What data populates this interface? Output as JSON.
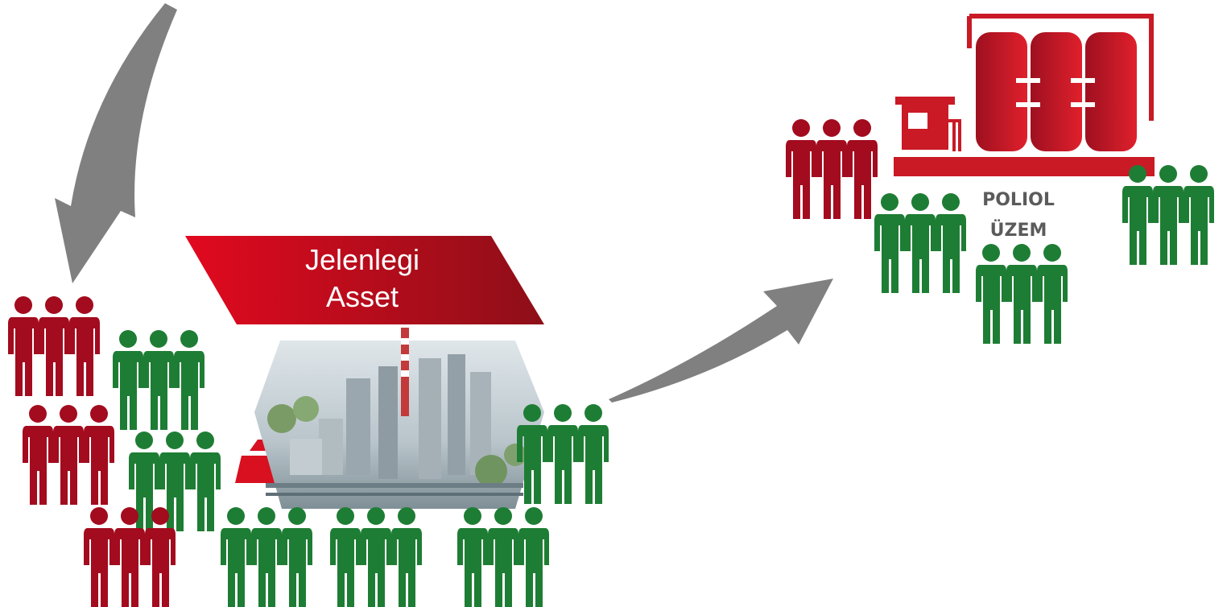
{
  "banner": {
    "line1": "Jelenlegi",
    "line2": "Asset"
  },
  "plant_label": {
    "line1": "POLIOL",
    "line2": "ÜZEM"
  },
  "colors": {
    "red": "#a30b1e",
    "green": "#1e7d34",
    "arrow": "#808080",
    "plant_red": "#c91a26"
  },
  "icons": {
    "person_group": "three-people-icon",
    "factory": "factory-icon",
    "facility": "chemical-plant-image"
  }
}
